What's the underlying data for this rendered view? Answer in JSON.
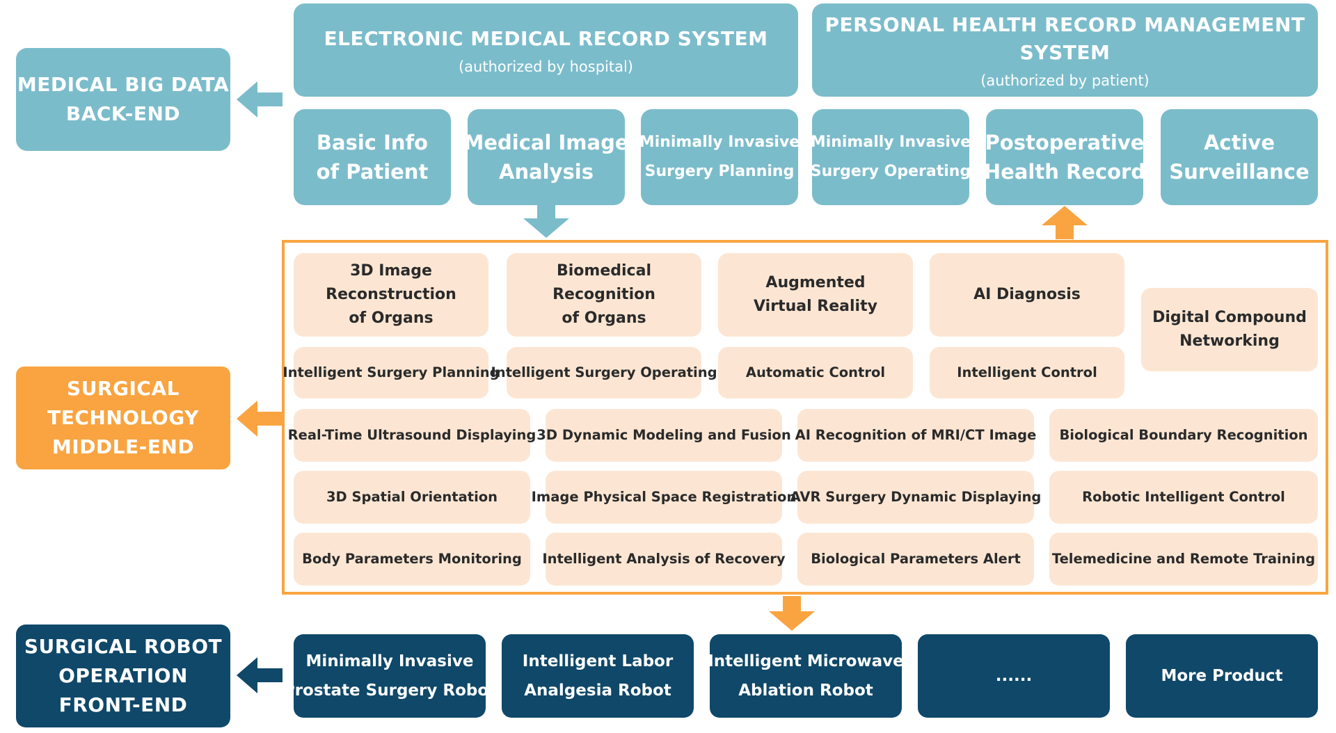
{
  "colors": {
    "teal": "#7bbccb",
    "orange": "#f9a440",
    "navy": "#0f4869",
    "peach": "#fce6d3",
    "text_dark": "#2a2a2a"
  },
  "side_labels": {
    "back_end": [
      "MEDICAL BIG DATA",
      "BACK-END"
    ],
    "middle_end": [
      "SURGICAL",
      "TECHNOLOGY",
      "MIDDLE-END"
    ],
    "front_end": [
      "SURGICAL ROBOT",
      "OPERATION",
      "FRONT-END"
    ]
  },
  "systems": [
    {
      "title": "ELECTRONIC MEDICAL RECORD SYSTEM",
      "subtitle": "(authorized by hospital)"
    },
    {
      "title": "PERSONAL HEALTH RECORD MANAGEMENT SYSTEM",
      "subtitle": "(authorized by patient)"
    }
  ],
  "modules": [
    [
      "Basic Info",
      "of Patient"
    ],
    [
      "Medical Image",
      "Analysis"
    ],
    [
      "Minimally Invasive",
      "Surgery Planning"
    ],
    [
      "Minimally Invasive",
      "Surgery Operating"
    ],
    [
      "Postoperative",
      "Health Record"
    ],
    [
      "Active",
      "Surveillance"
    ]
  ],
  "capabilities_top": [
    [
      "3D Image",
      "Reconstruction",
      "of Organs"
    ],
    [
      "Biomedical",
      "Recognition",
      "of Organs"
    ],
    [
      "Augmented",
      "Virtual Reality"
    ],
    [
      "AI Diagnosis"
    ],
    [
      "Digital Compound",
      "Networking"
    ]
  ],
  "capabilities_mid": [
    "Intelligent Surgery Planning",
    "Intelligent Surgery Operating",
    "Automatic Control",
    "Intelligent Control"
  ],
  "capabilities_rows": [
    [
      "Real-Time Ultrasound Displaying",
      "3D Dynamic Modeling and Fusion",
      "AI Recognition of MRI/CT Image",
      "Biological Boundary Recognition"
    ],
    [
      "3D Spatial Orientation",
      "Image Physical Space Registration",
      "AVR Surgery Dynamic Displaying",
      "Robotic Intelligent Control"
    ],
    [
      "Body Parameters Monitoring",
      "Intelligent Analysis of Recovery",
      "Biological Parameters Alert",
      "Telemedicine and Remote Training"
    ]
  ],
  "products": [
    [
      "Minimally Invasive",
      "Prostate Surgery Robot"
    ],
    [
      "Intelligent Labor",
      "Analgesia Robot"
    ],
    [
      "Intelligent Microwave",
      "Ablation Robot"
    ],
    [
      "......"
    ],
    [
      "More Product"
    ]
  ]
}
